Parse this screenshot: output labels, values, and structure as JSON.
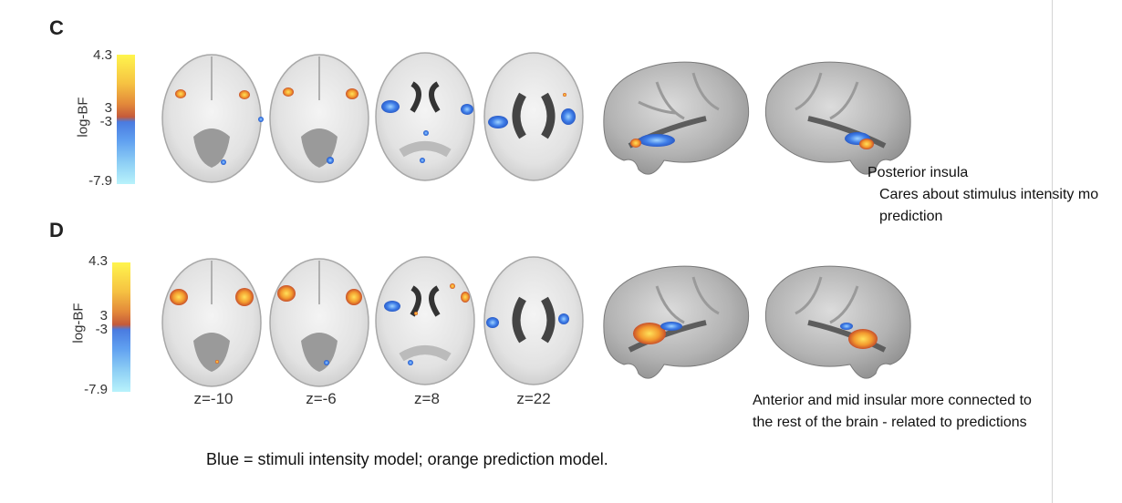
{
  "panels": [
    {
      "letter": "C",
      "colorbar": {
        "label": "log-BF",
        "ticks": [
          "4.3",
          "3",
          "-3",
          "-7.9"
        ]
      }
    },
    {
      "letter": "D",
      "colorbar": {
        "label": "log-BF",
        "ticks": [
          "4.3",
          "3",
          "-3",
          "-7.9"
        ]
      },
      "slice_labels": [
        "z=-10",
        "z=-6",
        "z=8",
        "z=22"
      ]
    }
  ],
  "notes": {
    "posterior_title": "Posterior insula",
    "posterior_line1": "Cares about stimulus intensity mo",
    "posterior_line2": "prediction",
    "anterior_line1": "Anterior and mid insular more connected to",
    "anterior_line2": "the rest of the brain - related to predictions"
  },
  "caption": "Blue = stimuli intensity model; orange prediction model.",
  "colors": {
    "blue_model": "#3f7ee8",
    "orange_model": "#f0a030",
    "positive_high": "#fff54d",
    "negative_low": "#b8f2fb"
  }
}
